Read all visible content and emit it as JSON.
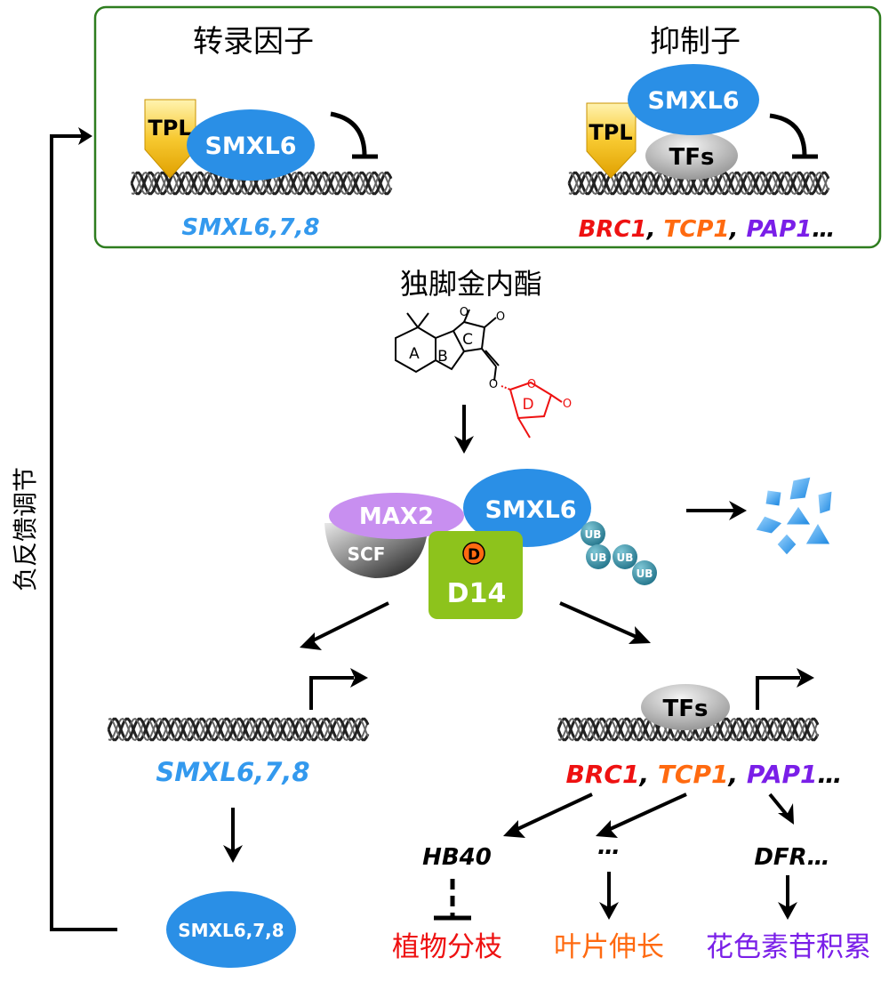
{
  "labels": {
    "transcription_factor": "转录因子",
    "repressor": "抑制子",
    "strigolactone": "独脚金内酯",
    "negative_feedback": "负反馈调节",
    "branching": "植物分枝",
    "leaf_elongation": "叶片伸长",
    "anthocyanin": "花色素苷积累"
  },
  "proteins": {
    "tpl": "TPL",
    "smxl6": "SMXL6",
    "tfs": "TFs",
    "max2": "MAX2",
    "scf": "SCF",
    "d14": "D14",
    "d_ligand": "D",
    "ub": "UB",
    "smxl678_protein": "SMXL6,7,8"
  },
  "genes": {
    "smxl678": "SMXL6,7,8",
    "brc1": "BRC1",
    "tcp1": "TCP1",
    "pap1": "PAP1",
    "sep1": ", ",
    "ellipsis": "…",
    "hb40": "HB40",
    "dots": "…",
    "dfr": "DFR…"
  },
  "molecule_rings": {
    "a": "A",
    "b": "B",
    "c": "C",
    "d": "D",
    "o": "O"
  },
  "colors": {
    "blue_protein": "#2a8fe6",
    "gene_blue": "#3399ee",
    "red": "#ee1111",
    "orange": "#ff6a10",
    "purple": "#7a1fe8",
    "green_border": "#2e7d1f",
    "max2": "#c88ff0",
    "d14": "#8dc31c",
    "tpl": "#f5b800"
  }
}
